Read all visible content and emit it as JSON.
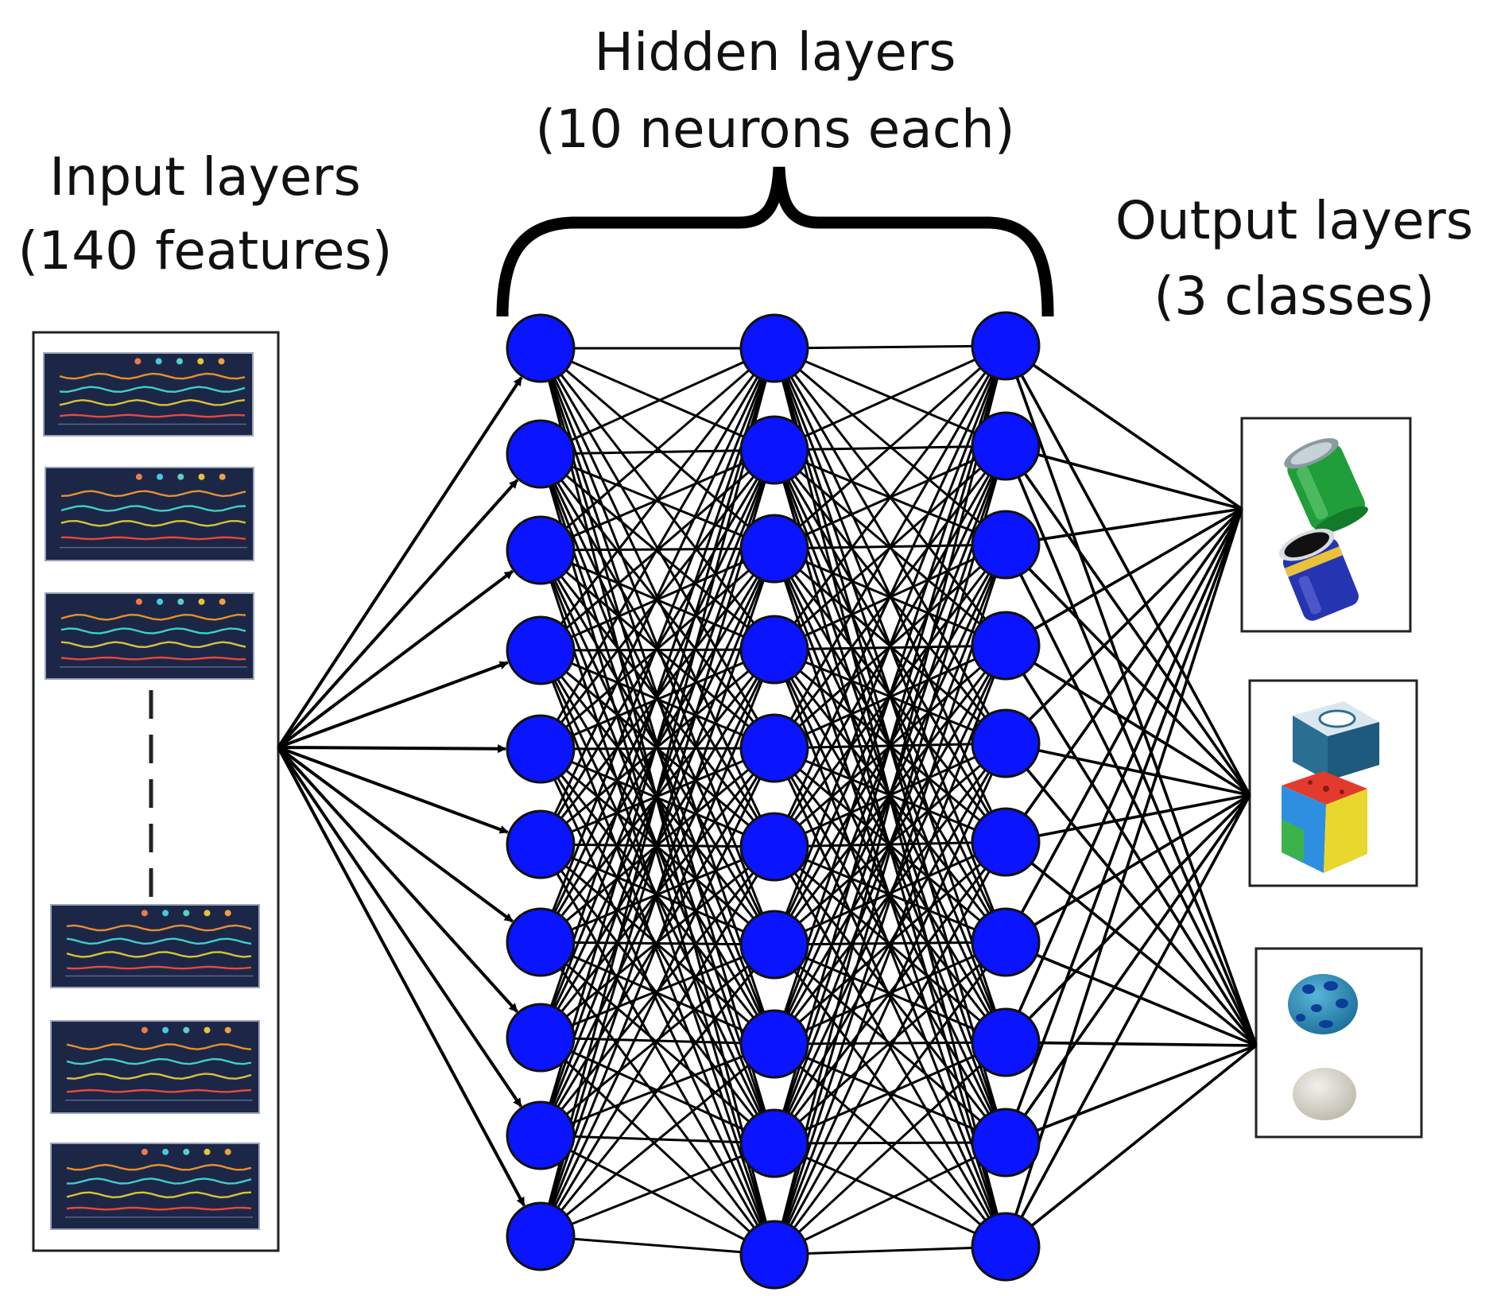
{
  "labels": {
    "input_title": "Input layers",
    "input_subtitle": "(140 features)",
    "hidden_title": "Hidden layers",
    "hidden_subtitle": "(10 neurons each)",
    "output_title": "Output layers",
    "output_subtitle": "(3 classes)"
  },
  "network": {
    "hidden_layer_count": 3,
    "neurons_per_hidden_layer": 10,
    "output_class_count": 3,
    "input_plot_thumbnails_shown": 6,
    "neuron_color": "#0a14ff",
    "edge_color": "#000000",
    "thumbnail_background": "#1c2747"
  },
  "output_classes": [
    {
      "icon": "cans-icon"
    },
    {
      "icon": "cubes-icon"
    },
    {
      "icon": "eggs-icon"
    }
  ]
}
